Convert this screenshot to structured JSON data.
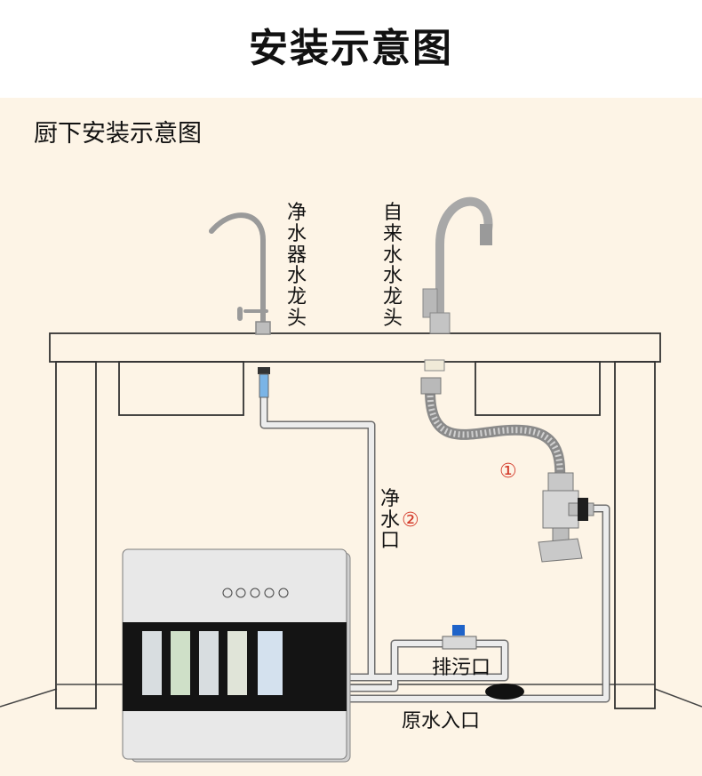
{
  "title": "安装示意图",
  "subtitle": "厨下安装示意图",
  "labels": {
    "purifier_faucet": "净水器水龙头",
    "tap_faucet": "自来水水龙头",
    "clean_outlet_text": "净水",
    "clean_outlet_last": "口",
    "clean_outlet_num": "②",
    "marker_1": "①",
    "drain": "排污口",
    "raw_inlet": "原水入口"
  },
  "colors": {
    "background_panel": "#fdf4e6",
    "marker_red": "#d43a2a",
    "pipe": "#e0e0e0",
    "valve_blue": "#1f63c9"
  }
}
